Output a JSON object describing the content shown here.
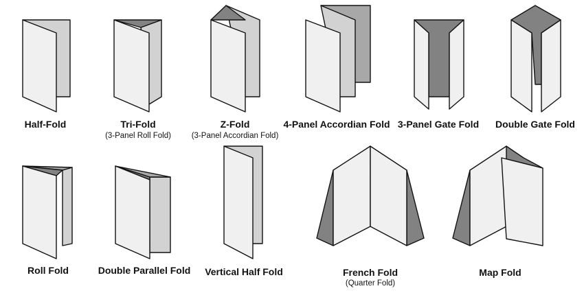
{
  "folds": [
    {
      "id": "half-fold",
      "label": "Half-Fold"
    },
    {
      "id": "tri-fold",
      "label": "Tri-Fold",
      "sublabel": "(3-Panel Roll Fold)"
    },
    {
      "id": "z-fold",
      "label": "Z-Fold",
      "sublabel": "(3-Panel Accordian Fold)"
    },
    {
      "id": "four-panel-accordian-fold",
      "label": "4-Panel Accordian Fold"
    },
    {
      "id": "three-panel-gate-fold",
      "label": "3-Panel Gate Fold"
    },
    {
      "id": "double-gate-fold",
      "label": "Double Gate Fold"
    },
    {
      "id": "roll-fold",
      "label": "Roll Fold"
    },
    {
      "id": "double-parallel-fold",
      "label": "Double Parallel Fold"
    },
    {
      "id": "vertical-half-fold",
      "label": "Vertical Half Fold"
    },
    {
      "id": "french-fold",
      "label": "French Fold",
      "sublabel": "(Quarter Fold)"
    },
    {
      "id": "map-fold",
      "label": "Map Fold"
    }
  ]
}
